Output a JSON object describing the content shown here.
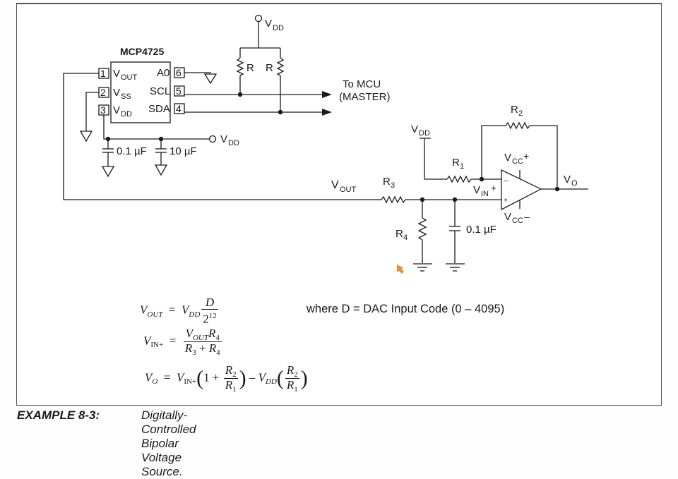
{
  "ic": {
    "name": "MCP4725",
    "pins_left": [
      {
        "num": "1",
        "label": "V",
        "sub": "OUT"
      },
      {
        "num": "2",
        "label": "V",
        "sub": "SS"
      },
      {
        "num": "3",
        "label": "V",
        "sub": "DD"
      }
    ],
    "pins_right": [
      {
        "num": "6",
        "label": "A0"
      },
      {
        "num": "5",
        "label": "SCL"
      },
      {
        "num": "4",
        "label": "SDA"
      }
    ]
  },
  "labels": {
    "vdd_top": {
      "main": "V",
      "sub": "DD"
    },
    "vdd_supply": {
      "main": "V",
      "sub": "DD"
    },
    "vdd_r1": {
      "main": "V",
      "sub": "DD"
    },
    "pullup_r_left": "R",
    "pullup_r_right": "R",
    "to_mcu_line1": "To MCU",
    "to_mcu_line2": "(MASTER)",
    "cap1": "0.1 µF",
    "cap2": "10 µF",
    "cap3": "0.1 µF",
    "vout_net": {
      "main": "V",
      "sub": "OUT"
    },
    "r1": {
      "main": "R",
      "sub": "1"
    },
    "r2": {
      "main": "R",
      "sub": "2"
    },
    "r3": {
      "main": "R",
      "sub": "3"
    },
    "r4": {
      "main": "R",
      "sub": "4"
    },
    "vin_plus": {
      "main": "V",
      "sub": "IN",
      "sup": "+"
    },
    "vcc_plus": {
      "main": "V",
      "sub": "CC",
      "sup": "+"
    },
    "vcc_minus": {
      "main": "V",
      "sub": "CC",
      "sup": "–"
    },
    "vo": {
      "main": "V",
      "sub": "O"
    },
    "opamp_minus": "–",
    "opamp_plus": "+"
  },
  "equations": {
    "eq1": {
      "lhs": "V",
      "lhs_sub": "OUT",
      "rhs": "V",
      "rhs_sub": "DD",
      "num": "D",
      "den": "2",
      "den_sup": "12"
    },
    "eq2": {
      "lhs": "V",
      "lhs_sub": "IN+",
      "num_v": "V",
      "num_v_sub": "OUT",
      "num_r": "R",
      "num_r_sub": "4",
      "den_a": "R",
      "den_a_sub": "3",
      "den_op": " + ",
      "den_b": "R",
      "den_b_sub": "4"
    },
    "eq3": {
      "lhs": "V",
      "lhs_sub": "O",
      "v1": "V",
      "v1_sub": "IN+",
      "one": "1 + ",
      "r_num": "R",
      "r_num_sub": "2",
      "r_den": "R",
      "r_den_sub": "1",
      "minus": " – ",
      "v2": "V",
      "v2_sub": "DD"
    },
    "eq_sign": "=",
    "where_text": "where D = DAC Input Code (0 – 4095)"
  },
  "caption": {
    "label": "EXAMPLE 8-3:",
    "title": "Digitally-Controlled Bipolar Voltage Source."
  },
  "colors": {
    "ink": "#1a1a1a",
    "frame": "#555555",
    "cursor": "#e8902a"
  }
}
